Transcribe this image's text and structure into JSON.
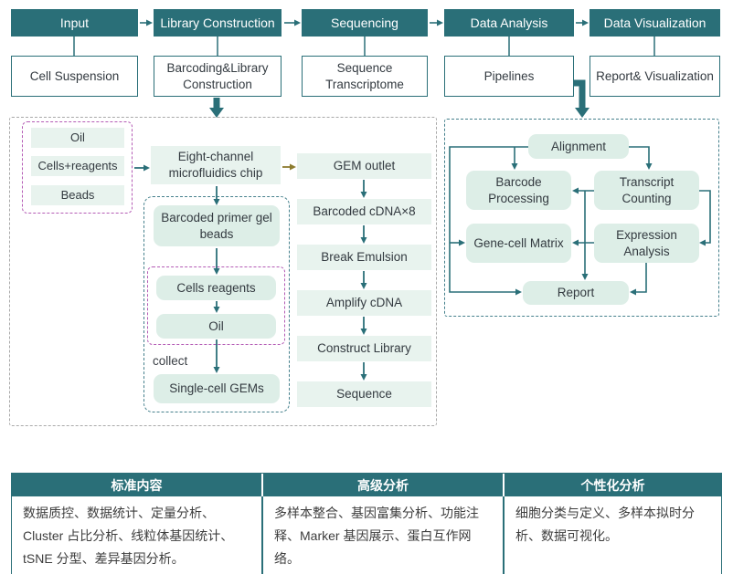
{
  "colors": {
    "teal": "#2A6F78",
    "mint_box": "#E8F3EE",
    "mint_rounded_box": "#DDEEE7",
    "magenta_dash": "#B45BB5",
    "gray_dash": "#A9A9A9",
    "teal_dash": "#45808C",
    "olive_arrow": "#8C7B2E",
    "box_text": "#333a40",
    "table_text": "#3d3d3d"
  },
  "pipeline": {
    "stages": [
      {
        "header": "Input",
        "box": "Cell Suspension"
      },
      {
        "header": "Library Construction",
        "box": "Barcoding&Library Construction"
      },
      {
        "header": "Sequencing",
        "box": "Sequence Transcriptome"
      },
      {
        "header": "Data Analysis",
        "box": "Pipelines"
      },
      {
        "header": "Data Visualization",
        "box": "Report& Visualization"
      }
    ]
  },
  "microfluidics": {
    "inputs": [
      "Oil",
      "Cells+reagents",
      "Beads"
    ],
    "chip": "Eight-channel microfluidics chip",
    "gel_beads": "Barcoded primer gel beads",
    "emulsion": [
      "Cells reagents",
      "Oil"
    ],
    "collect_label": "collect",
    "gems": "Single-cell GEMs"
  },
  "library_steps": [
    "GEM outlet",
    "Barcoded cDNA×8",
    "Break Emulsion",
    "Amplify cDNA",
    "Construct Library",
    "Sequence"
  ],
  "analysis": {
    "nodes": [
      "Alignment",
      "Barcode Processing",
      "Transcript Counting",
      "Gene-cell Matrix",
      "Expression Analysis",
      "Report"
    ]
  },
  "table": {
    "columns": [
      {
        "header": "标准内容",
        "content": "数据质控、数据统计、定量分析、Cluster 占比分析、线粒体基因统计、tSNE 分型、差异基因分析。"
      },
      {
        "header": "高级分析",
        "content": "多样本整合、基因富集分析、功能注释、Marker 基因展示、蛋白互作网络。"
      },
      {
        "header": "个性化分析",
        "content": "细胞分类与定义、多样本拟时分析、数据可视化。"
      }
    ]
  }
}
